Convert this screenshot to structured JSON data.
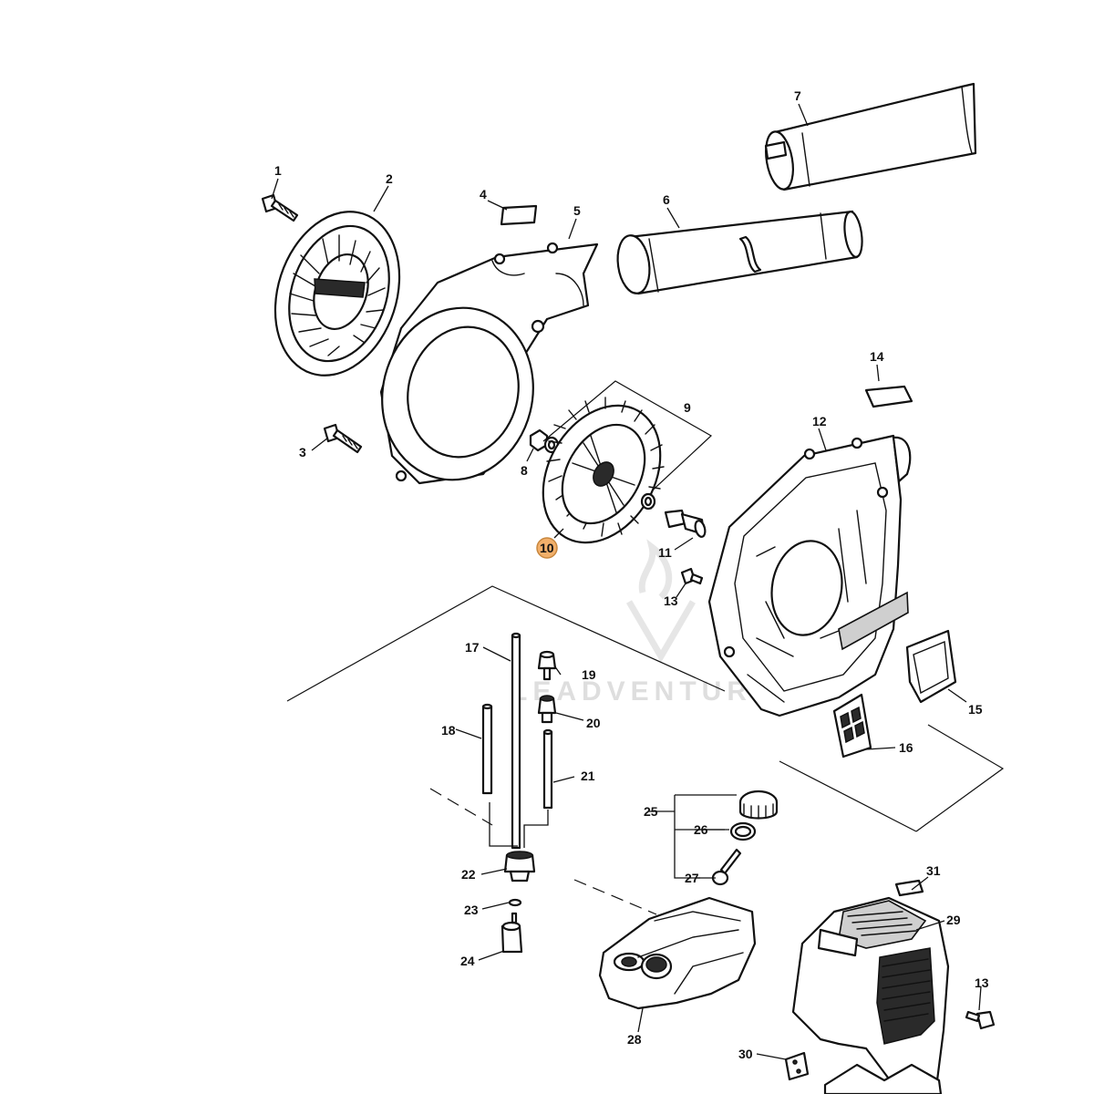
{
  "callouts": {
    "c1": "1",
    "c2": "2",
    "c3": "3",
    "c4": "4",
    "c5": "5",
    "c6": "6",
    "c7": "7",
    "c8": "8",
    "c9": "9",
    "c10": "10",
    "c11": "11",
    "c12": "12",
    "c13a": "13",
    "c13b": "13",
    "c14": "14",
    "c15": "15",
    "c16": "16",
    "c17": "17",
    "c18": "18",
    "c19": "19",
    "c20": "20",
    "c21": "21",
    "c22": "22",
    "c23": "23",
    "c24": "24",
    "c25": "25",
    "c26": "26",
    "c27": "27",
    "c28": "28",
    "c29": "29",
    "c30": "30",
    "c31": "31"
  },
  "watermark": {
    "text": "LEADVENTURE"
  },
  "colors": {
    "highlight": "#f2b06b",
    "ink": "#111111"
  }
}
